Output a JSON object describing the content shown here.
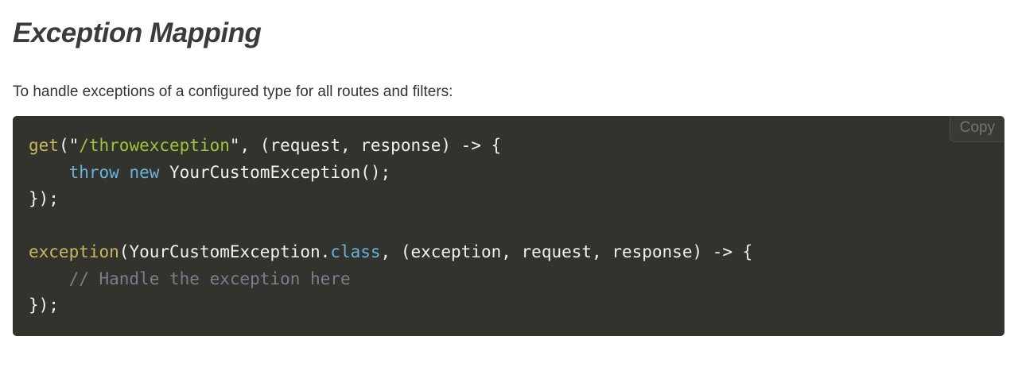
{
  "page": {
    "title": "Exception Mapping",
    "intro": "To handle exceptions of a configured type for all routes and filters:",
    "background": "#ffffff",
    "title_color": "#3b3b3b",
    "text_color": "#333333"
  },
  "code_block": {
    "copy_label": "Copy",
    "background": "#32332c",
    "copy_text_color": "#73736b",
    "copy_border_color": "#4a4b42",
    "colors": {
      "function": "#c9b661",
      "string": "#9bc53d",
      "keyword": "#69b2dd",
      "comment": "#75808f",
      "plain": "#f2f2ec"
    },
    "lines": [
      [
        {
          "t": "get",
          "c": "function"
        },
        {
          "t": "(\"",
          "c": "plain"
        },
        {
          "t": "/throwexception",
          "c": "string"
        },
        {
          "t": "\", (request, response) -> {",
          "c": "plain"
        }
      ],
      [
        {
          "t": "    ",
          "c": "plain"
        },
        {
          "t": "throw",
          "c": "keyword"
        },
        {
          "t": " ",
          "c": "plain"
        },
        {
          "t": "new",
          "c": "keyword"
        },
        {
          "t": " YourCustomException();",
          "c": "plain"
        }
      ],
      [
        {
          "t": "});",
          "c": "plain"
        }
      ],
      [],
      [
        {
          "t": "exception",
          "c": "function"
        },
        {
          "t": "(YourCustomException.",
          "c": "plain"
        },
        {
          "t": "class",
          "c": "keyword"
        },
        {
          "t": ", (exception, request, response) -> {",
          "c": "plain"
        }
      ],
      [
        {
          "t": "    ",
          "c": "plain"
        },
        {
          "t": "// Handle the exception here",
          "c": "comment"
        }
      ],
      [
        {
          "t": "});",
          "c": "plain"
        }
      ]
    ]
  }
}
